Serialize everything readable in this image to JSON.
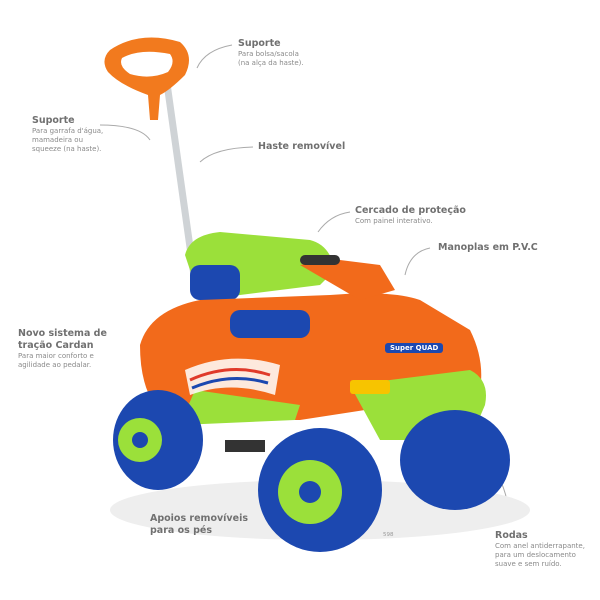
{
  "product_badge": "Super QUAD",
  "model_code": "598",
  "callouts": [
    {
      "title": "Suporte",
      "desc": "Para bolsa/sacola (na alça da haste)."
    },
    {
      "title": "Suporte",
      "desc": "Para garrafa d'água, mamadeira ou squeeze (na haste)."
    },
    {
      "title": "Haste removível",
      "desc": ""
    },
    {
      "title": "Cercado de proteção",
      "desc": "Com painel interativo."
    },
    {
      "title": "Manoplas em P.V.C",
      "desc": ""
    },
    {
      "title": "Novo sistema de tração Cardan",
      "desc": "Para maior conforto e agilidade ao pedalar."
    },
    {
      "title": "Apoios removíveis para os pés",
      "desc": ""
    },
    {
      "title": "Rodas",
      "desc": "Com anel antiderrapante, para um deslocamento suave e sem ruído."
    }
  ],
  "colors": {
    "orange": "#f26a1b",
    "green": "#9be03a",
    "blue": "#1c48b0",
    "text": "#707070"
  }
}
